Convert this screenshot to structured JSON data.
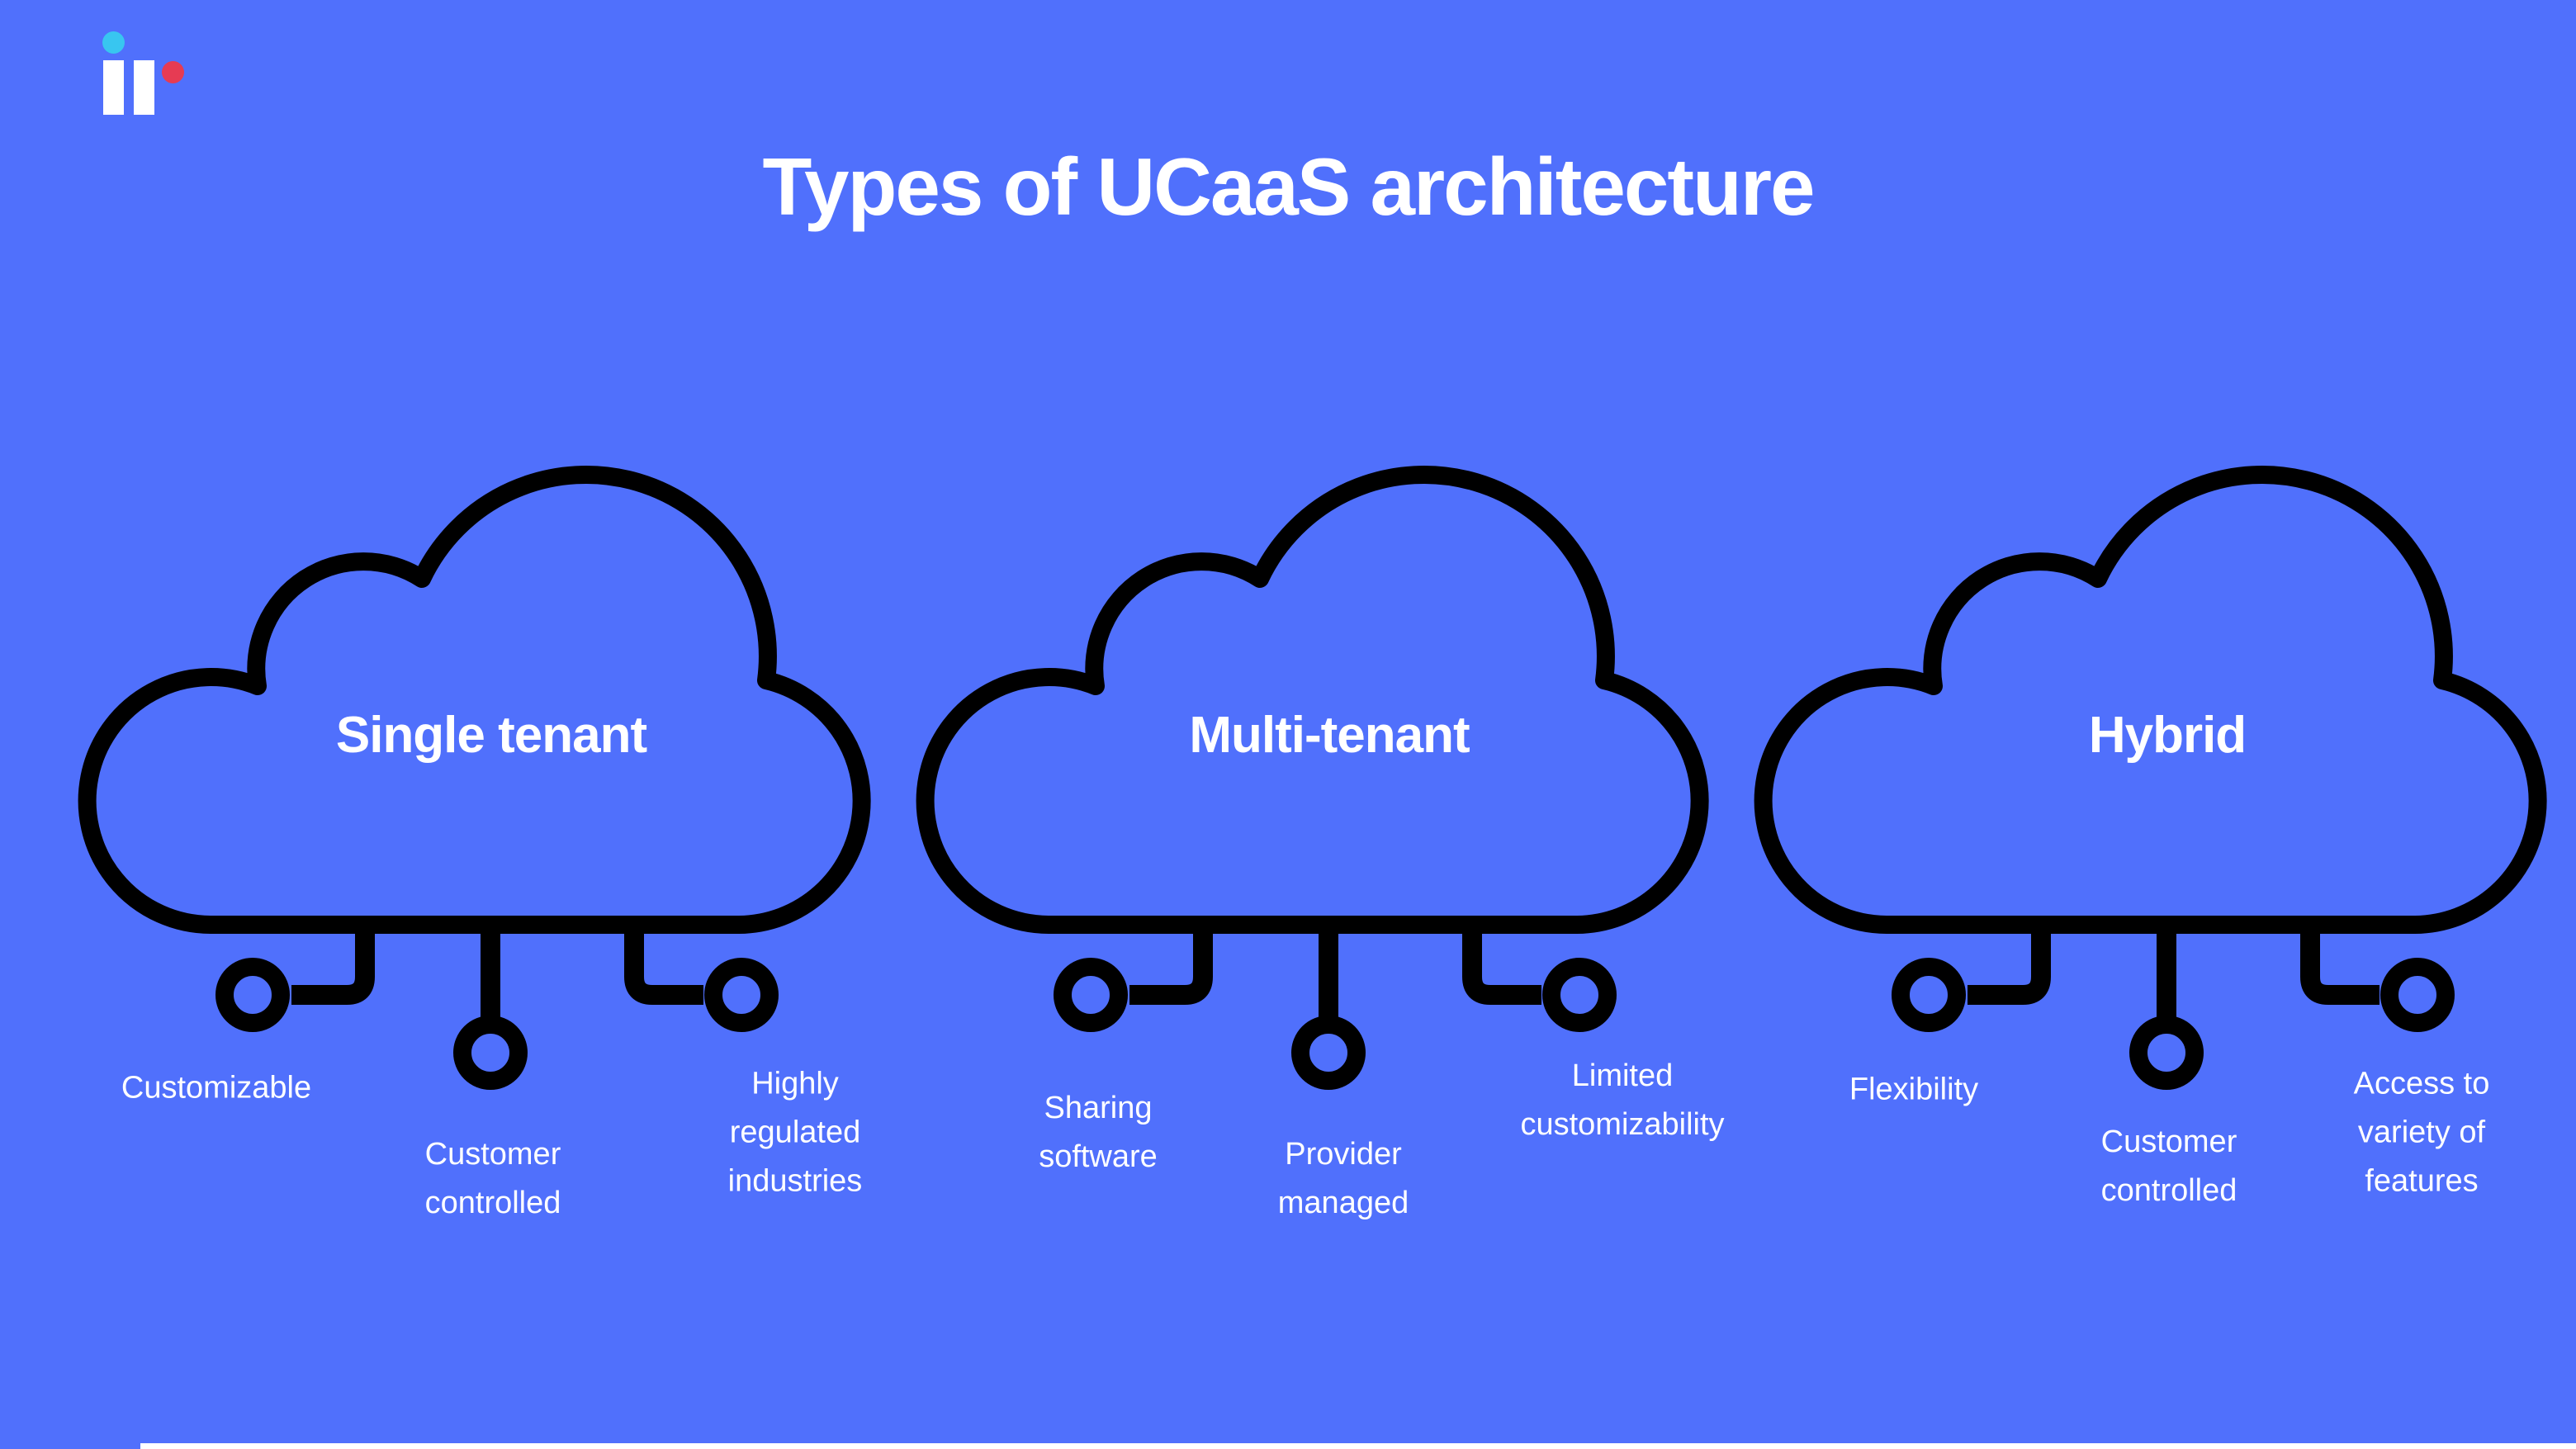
{
  "page": {
    "title": "Types of UCaaS architecture"
  },
  "colors": {
    "background": "#5070FC",
    "line": "#000000",
    "text": "#FFFFFF",
    "logo_dot_top": "#38C6F0",
    "logo_dot_right": "#E63B53",
    "logo_bars": "#FFFFFF",
    "bottom_strip": "#FFFFFF"
  },
  "clouds": [
    {
      "name": "Single tenant",
      "features": [
        {
          "lines": [
            "Customizable"
          ]
        },
        {
          "lines": [
            "Customer",
            "controlled"
          ]
        },
        {
          "lines": [
            "Highly",
            "regulated",
            "industries"
          ]
        }
      ]
    },
    {
      "name": "Multi-tenant",
      "features": [
        {
          "lines": [
            "Sharing",
            "software"
          ]
        },
        {
          "lines": [
            "Provider",
            "managed"
          ]
        },
        {
          "lines": [
            "Limited",
            "customizability"
          ]
        }
      ]
    },
    {
      "name": "Hybrid",
      "features": [
        {
          "lines": [
            "Flexibility"
          ]
        },
        {
          "lines": [
            "Customer",
            "controlled"
          ]
        },
        {
          "lines": [
            "Access to",
            "variety of",
            "features"
          ]
        }
      ]
    }
  ]
}
